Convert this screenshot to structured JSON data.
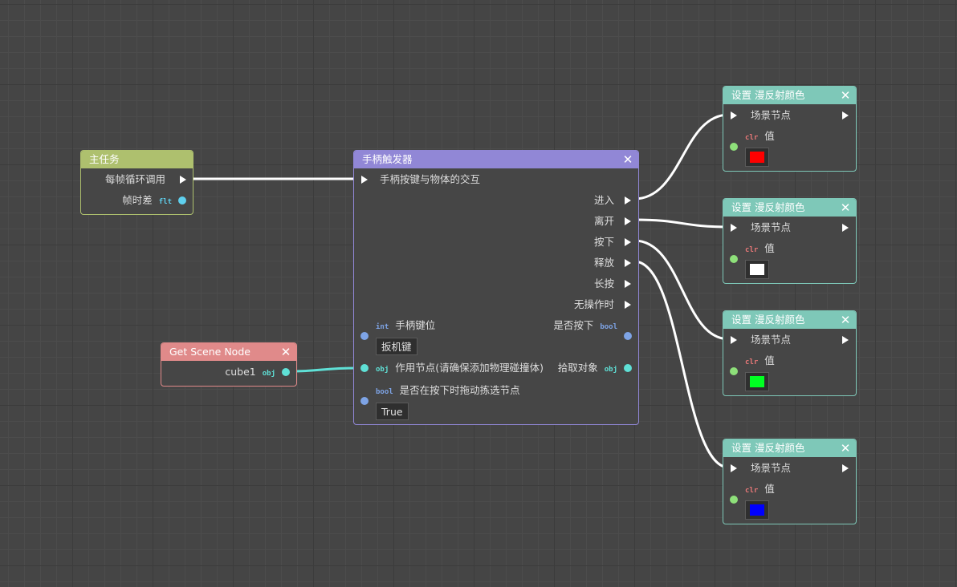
{
  "main_task": {
    "title": "主任务",
    "header_color": "#aec06e",
    "outputs": [
      {
        "label": "每帧循环调用",
        "type": "exec"
      },
      {
        "label": "帧时差",
        "type_tag": "flt",
        "color": "#5fd0ee"
      }
    ]
  },
  "get_scene_node": {
    "title": "Get Scene Node",
    "header_color": "#e08a8a",
    "output_label": "cube1",
    "output_type_tag": "obj",
    "output_color": "#5fe0d6"
  },
  "controller_trigger": {
    "title": "手柄触发器",
    "header_color": "#9187d6",
    "exec_in_label": "手柄按键与物体的交互",
    "exec_outputs": [
      "进入",
      "离开",
      "按下",
      "释放",
      "长按",
      "无操作时"
    ],
    "inputs": {
      "button_key": {
        "type_tag": "int",
        "label": "手柄键位",
        "value": "扳机键",
        "color": "#7ea4e6"
      },
      "target_node": {
        "type_tag": "obj",
        "label": "作用节点(请确保添加物理碰撞体)",
        "color": "#5fe0d6"
      },
      "drag_pick": {
        "type_tag": "bool",
        "label": "是否在按下时拖动拣选节点",
        "value": "True",
        "color": "#7ea4e6"
      }
    },
    "outputs": {
      "is_pressed": {
        "label": "是否按下",
        "type_tag": "bool",
        "color": "#7ea4e6"
      },
      "picked_object": {
        "label": "拾取对象",
        "type_tag": "obj",
        "color": "#5fe0d6"
      }
    }
  },
  "set_color_nodes": [
    {
      "title": "设置 漫反射颜色",
      "exec_label": "场景节点",
      "type_tag": "clr",
      "value_label": "值",
      "color": "#ff0000"
    },
    {
      "title": "设置 漫反射颜色",
      "exec_label": "场景节点",
      "type_tag": "clr",
      "value_label": "值",
      "color": "#ffffff"
    },
    {
      "title": "设置 漫反射颜色",
      "exec_label": "场景节点",
      "type_tag": "clr",
      "value_label": "值",
      "color": "#00ff22"
    },
    {
      "title": "设置 漫反射颜色",
      "exec_label": "场景节点",
      "type_tag": "clr",
      "value_label": "值",
      "color": "#0000ff"
    }
  ],
  "set_color_header_color": "#7ec8b8",
  "icons": {
    "close": "close-icon",
    "exec": "exec-arrow-icon"
  }
}
